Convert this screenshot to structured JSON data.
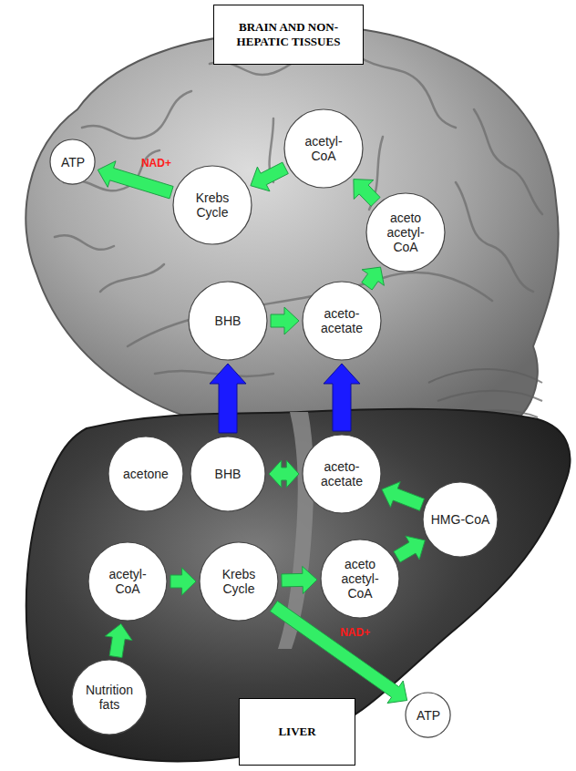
{
  "diagram": {
    "nodes": [
      {
        "text": [
          "BRAIN AND NON-HEPATIC TISSUES"
        ]
      },
      {
        "text": [
          "ATP"
        ]
      },
      {
        "text": [
          "acetyl-CoA"
        ]
      },
      {
        "text": [
          "Krebs Cycle"
        ]
      },
      {
        "text": [
          "aceto acetyl-CoA"
        ]
      },
      {
        "text": [
          "BHB"
        ]
      },
      {
        "text": [
          "aceto-acetate"
        ]
      },
      {
        "text": [
          "acetone"
        ]
      },
      {
        "text": [
          "BHB"
        ]
      },
      {
        "text": [
          "aceto-acetate"
        ]
      },
      {
        "text": [
          "HMG-CoA"
        ]
      },
      {
        "text": [
          "acetyl-CoA"
        ]
      },
      {
        "text": [
          "Krebs Cycle"
        ]
      },
      {
        "text": [
          "aceto acetyl-CoA"
        ]
      },
      {
        "text": [
          "Nutrition fats"
        ]
      },
      {
        "text": [
          "ATP"
        ]
      },
      {
        "text": [
          "LIVER"
        ]
      }
    ],
    "edges": [
      {
        "from": 3,
        "to": 1,
        "arrow": "to",
        "label": "NAD+"
      },
      {
        "from": 2,
        "to": 3,
        "arrow": "to"
      },
      {
        "from": 4,
        "to": 2,
        "arrow": "to"
      },
      {
        "from": 6,
        "to": 4,
        "arrow": "to"
      },
      {
        "from": 5,
        "to": 6,
        "arrow": "to"
      },
      {
        "from": 8,
        "to": 5,
        "arrow": "to"
      },
      {
        "from": 9,
        "to": 6,
        "arrow": "to"
      },
      {
        "from": 8,
        "to": 9,
        "arrow": "both"
      },
      {
        "from": 10,
        "to": 9,
        "arrow": "to"
      },
      {
        "from": 13,
        "to": 10,
        "arrow": "to"
      },
      {
        "from": 12,
        "to": 13,
        "arrow": "to"
      },
      {
        "from": 11,
        "to": 12,
        "arrow": "to"
      },
      {
        "from": 14,
        "to": 11,
        "arrow": "to"
      },
      {
        "from": 12,
        "to": 15,
        "arrow": "to",
        "label": "NAD+"
      }
    ]
  }
}
